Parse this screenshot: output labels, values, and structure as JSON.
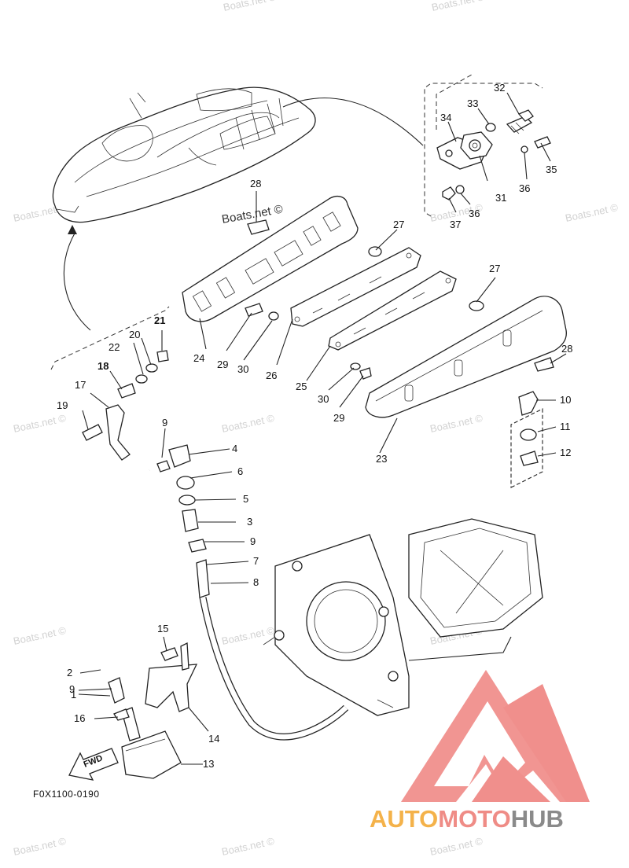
{
  "watermarks": [
    "Boats.net ©",
    "Boats.net ©",
    "Boats.net ©",
    "Boats.net ©",
    "Boats.net ©",
    "Boats.net ©",
    "Boats.net ©",
    "Boats.net ©",
    "Boats.net ©",
    "Boats.net ©",
    "Boats.net ©",
    "Boats.net ©",
    "Boats.net ©",
    "Boats.net ©"
  ],
  "highlight_watermark": "Boats.net ©",
  "callouts": [
    "1",
    "2",
    "3",
    "4",
    "5",
    "6",
    "7",
    "8",
    "9",
    "9",
    "9",
    "10",
    "11",
    "12",
    "13",
    "14",
    "15",
    "16",
    "17",
    "18",
    "19",
    "20",
    "21",
    "22",
    "23",
    "24",
    "25",
    "26",
    "27",
    "27",
    "28",
    "28",
    "29",
    "29",
    "30",
    "30",
    "31",
    "32",
    "33",
    "34",
    "35",
    "36",
    "36",
    "37"
  ],
  "figure_code": "F0X1100-0190",
  "fwd_label": "FWD",
  "brand": {
    "part1": "AUTO",
    "part2": "MOTO",
    "part3": "HUB",
    "color1": "#f4b24a",
    "color2": "#ef8c86",
    "color3": "#8a8a8a"
  },
  "logo_color": "#f08f8c"
}
